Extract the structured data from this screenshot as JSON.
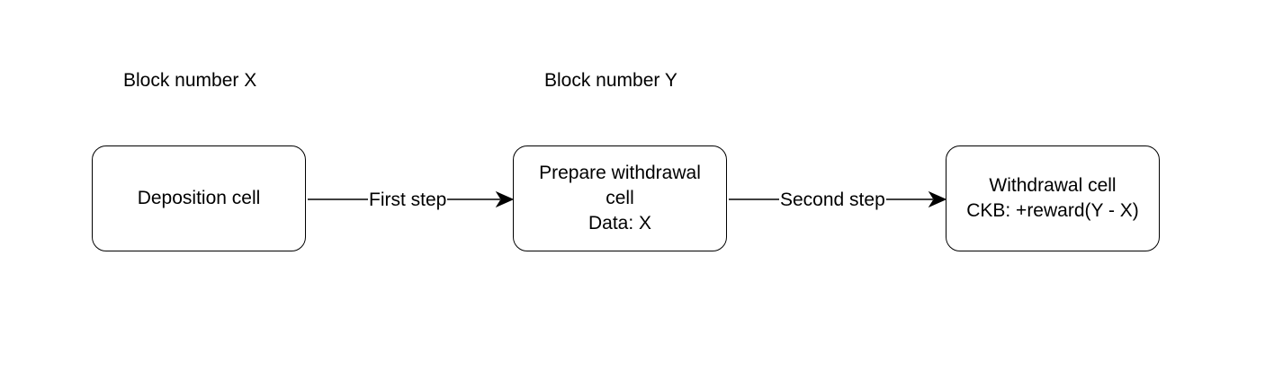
{
  "diagram": {
    "captions": {
      "block_x": "Block number X",
      "block_y": "Block number Y"
    },
    "nodes": {
      "deposition": {
        "lines": [
          "Deposition cell"
        ]
      },
      "prepare": {
        "lines": [
          "Prepare withdrawal",
          "cell",
          "Data: X"
        ]
      },
      "withdrawal": {
        "lines": [
          "Withdrawal cell",
          "CKB: +reward(Y - X)"
        ]
      }
    },
    "edges": {
      "first": {
        "label": "First step"
      },
      "second": {
        "label": "Second step"
      }
    },
    "colors": {
      "stroke": "#000000",
      "background": "#ffffff"
    }
  }
}
